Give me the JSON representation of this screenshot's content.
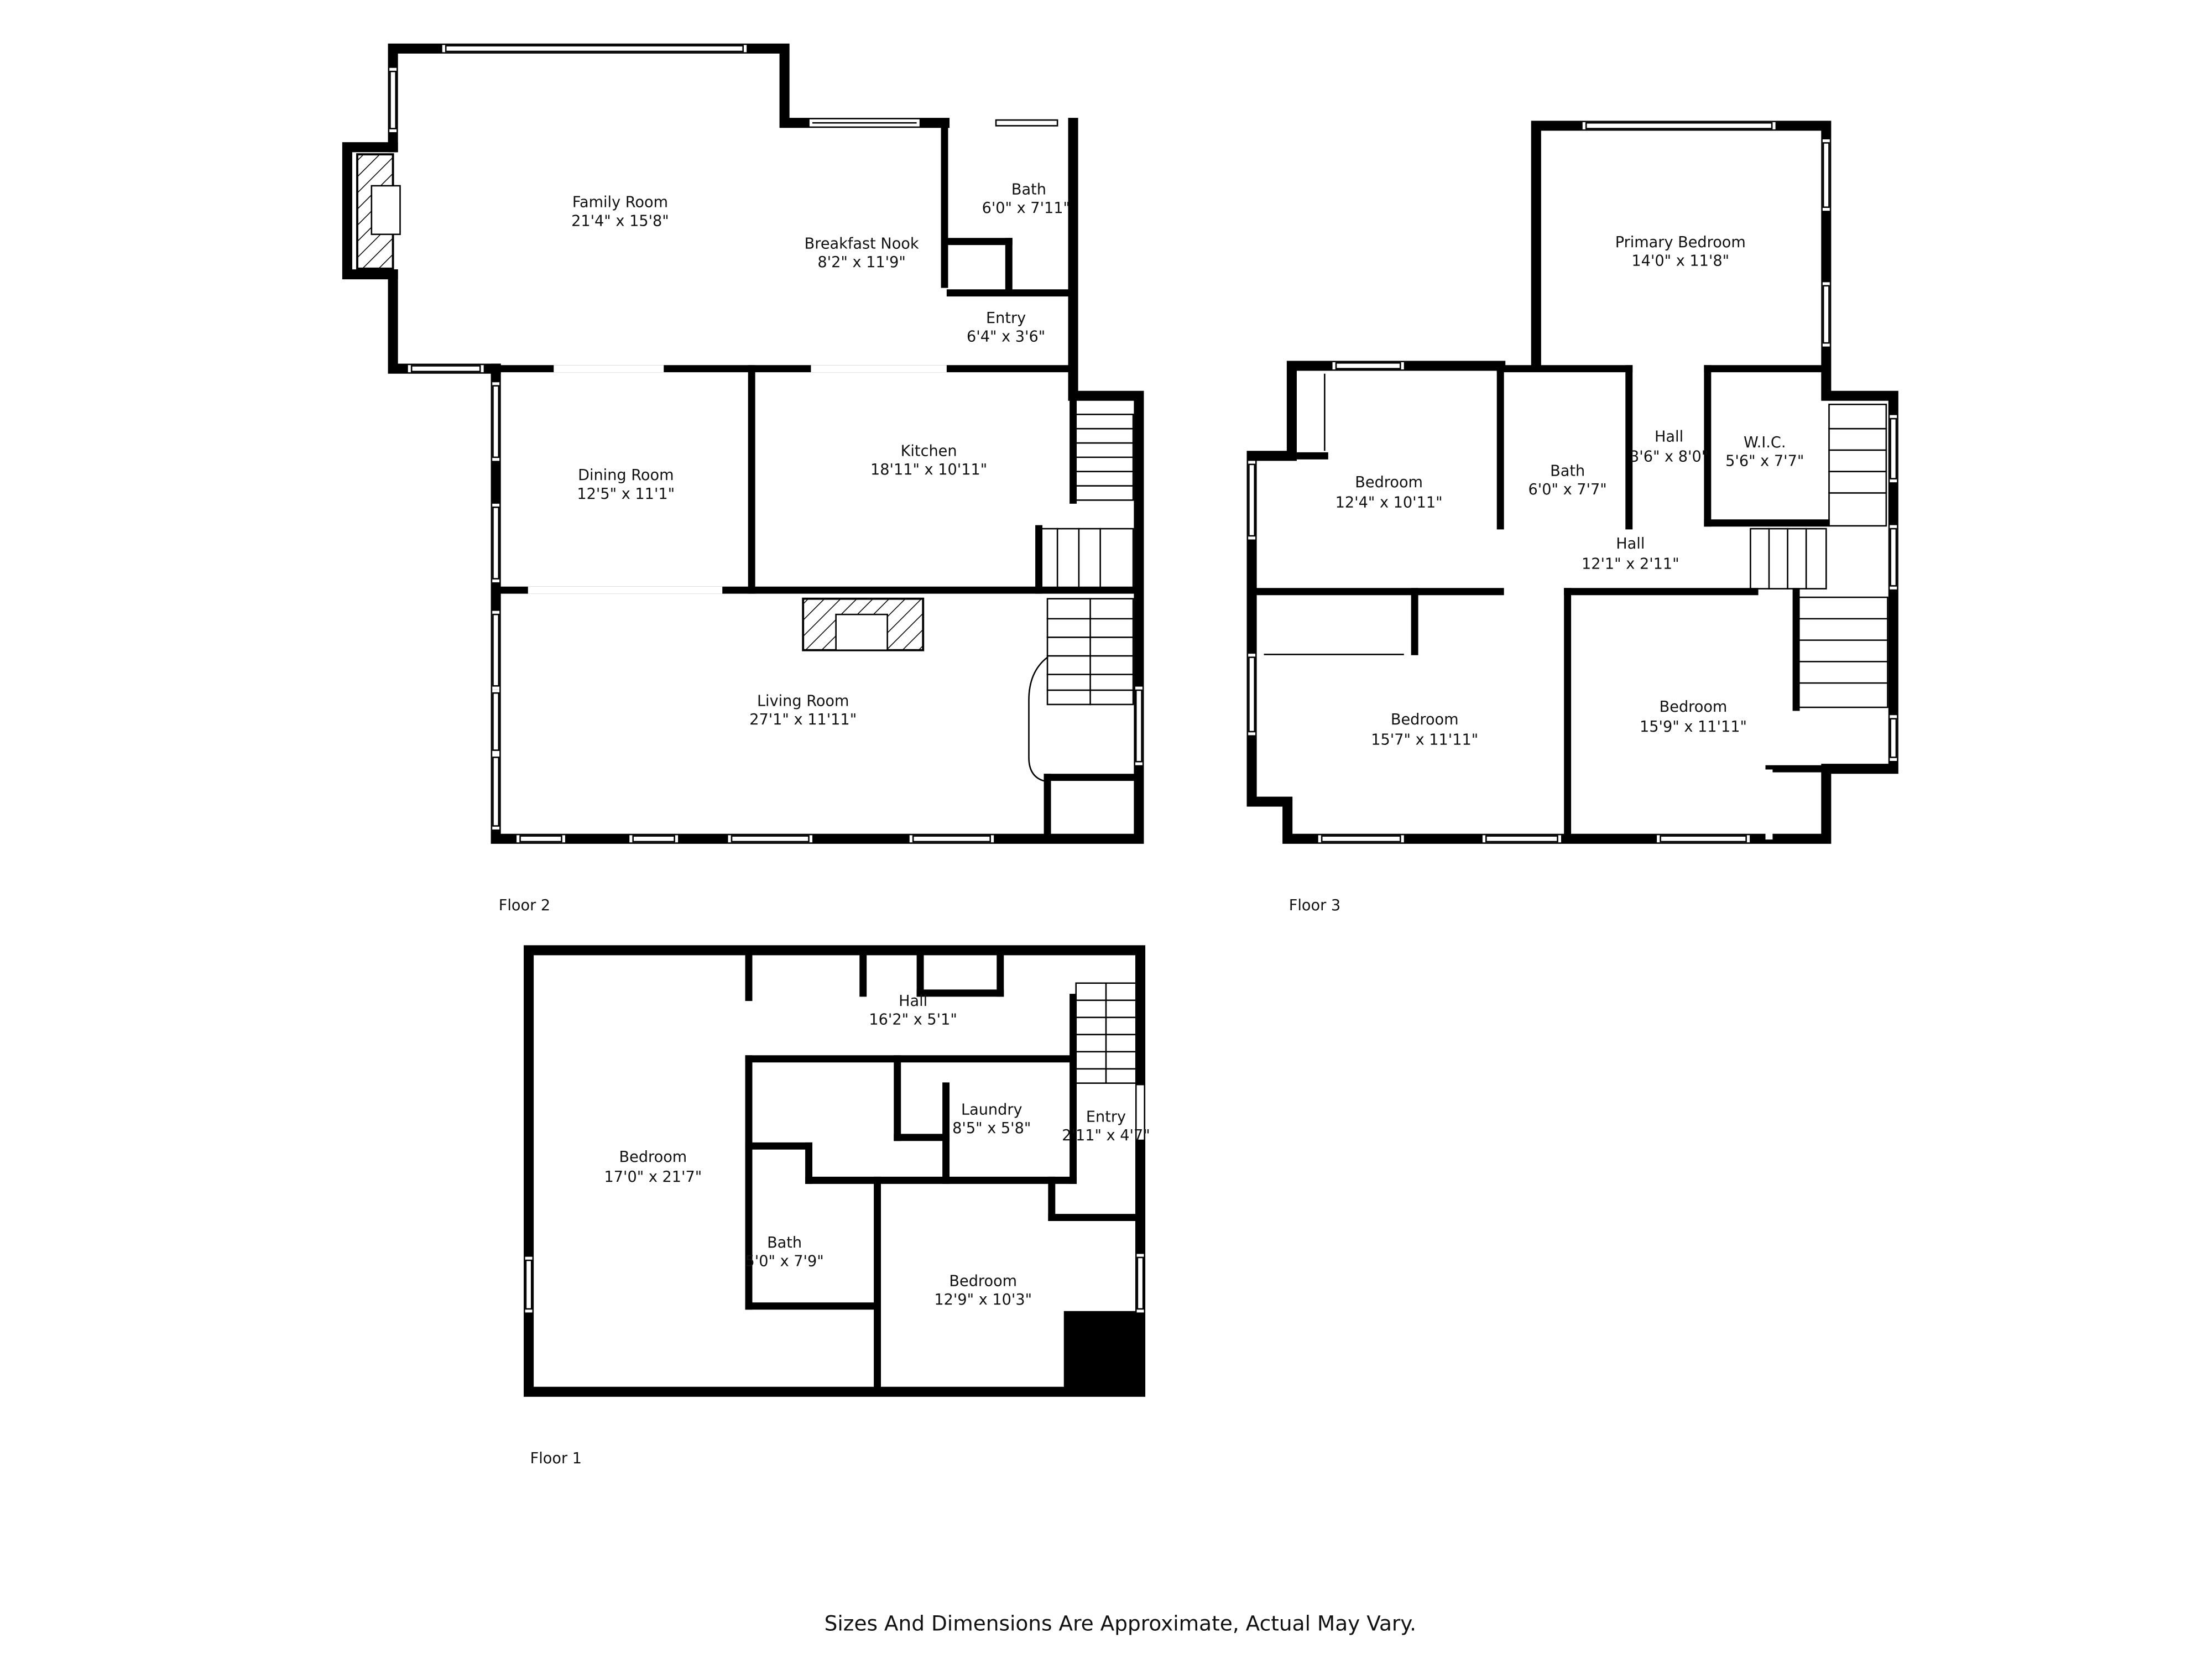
{
  "floors": [
    {
      "id": "floor2",
      "label": "Floor 2",
      "rooms": [
        {
          "id": "family-room",
          "name": "Family Room",
          "dims": "21'4\" x 15'8\""
        },
        {
          "id": "breakfast-nook",
          "name": "Breakfast Nook",
          "dims": "8'2\" x 11'9\""
        },
        {
          "id": "bath",
          "name": "Bath",
          "dims": "6'0\" x 7'11\""
        },
        {
          "id": "entry",
          "name": "Entry",
          "dims": "6'4\" x 3'6\""
        },
        {
          "id": "dining-room",
          "name": "Dining Room",
          "dims": "12'5\" x 11'1\""
        },
        {
          "id": "kitchen",
          "name": "Kitchen",
          "dims": "18'11\" x 10'11\""
        },
        {
          "id": "living-room",
          "name": "Living Room",
          "dims": "27'1\" x 11'11\""
        }
      ]
    },
    {
      "id": "floor3",
      "label": "Floor 3",
      "rooms": [
        {
          "id": "primary-bedroom",
          "name": "Primary Bedroom",
          "dims": "14'0\" x 11'8\""
        },
        {
          "id": "bedroom-nw",
          "name": "Bedroom",
          "dims": "12'4\" x 10'11\""
        },
        {
          "id": "bath",
          "name": "Bath",
          "dims": "6'0\" x 7'7\""
        },
        {
          "id": "hall-upper",
          "name": "Hall",
          "dims": "3'6\" x 8'0\""
        },
        {
          "id": "wic",
          "name": "W.I.C.",
          "dims": "5'6\" x 7'7\""
        },
        {
          "id": "hall-lower",
          "name": "Hall",
          "dims": "12'1\" x 2'11\""
        },
        {
          "id": "bedroom-sw",
          "name": "Bedroom",
          "dims": "15'7\" x 11'11\""
        },
        {
          "id": "bedroom-se",
          "name": "Bedroom",
          "dims": "15'9\" x 11'11\""
        }
      ]
    },
    {
      "id": "floor1",
      "label": "Floor 1",
      "rooms": [
        {
          "id": "bedroom-large",
          "name": "Bedroom",
          "dims": "17'0\" x 21'7\""
        },
        {
          "id": "hall",
          "name": "Hall",
          "dims": "16'2\" x 5'1\""
        },
        {
          "id": "laundry",
          "name": "Laundry",
          "dims": "8'5\" x 5'8\""
        },
        {
          "id": "entry",
          "name": "Entry",
          "dims": "2'11\" x 4'7\""
        },
        {
          "id": "bath",
          "name": "Bath",
          "dims": "5'0\" x 7'9\""
        },
        {
          "id": "bedroom-small",
          "name": "Bedroom",
          "dims": "12'9\" x 10'3\""
        }
      ]
    }
  ],
  "footer": "Sizes And Dimensions Are Approximate, Actual May Vary.",
  "colors": {
    "wall": "#000000",
    "window": "#ffffff",
    "background": "#ffffff",
    "text": "#111111"
  }
}
